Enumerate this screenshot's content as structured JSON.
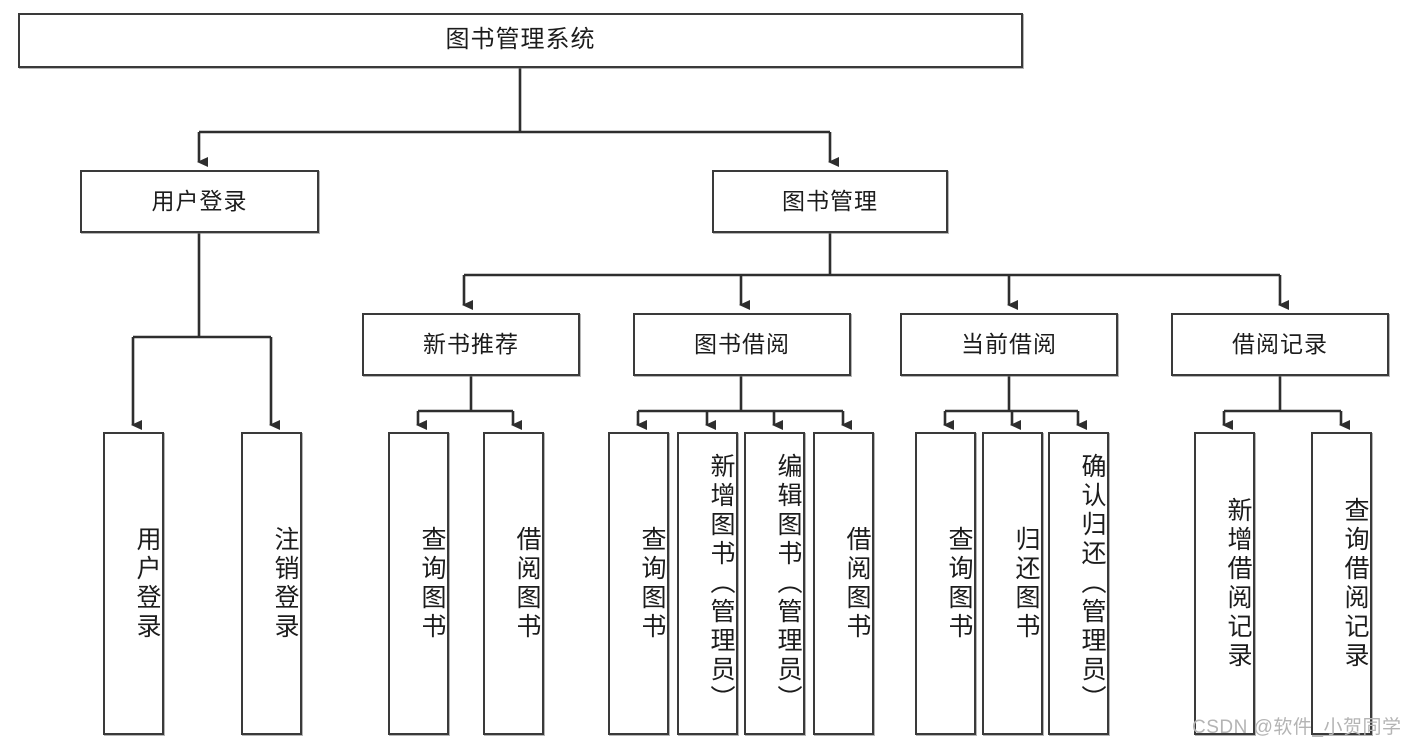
{
  "diagram": {
    "title_node": {
      "label": "图书管理系统"
    },
    "level2": [
      {
        "key": "user-login",
        "label": "用户登录"
      },
      {
        "key": "book-management",
        "label": "图书管理"
      }
    ],
    "level3": [
      {
        "key": "new-book-recommend",
        "label": "新书推荐"
      },
      {
        "key": "book-borrow",
        "label": "图书借阅"
      },
      {
        "key": "current-borrow",
        "label": "当前借阅"
      },
      {
        "key": "borrow-record",
        "label": "借阅记录"
      }
    ],
    "leaves": {
      "user_login": [
        {
          "key": "user-login-leaf",
          "label": "用户登录"
        },
        {
          "key": "logout-leaf",
          "label": "注销登录"
        }
      ],
      "new_book_recommend": [
        {
          "key": "query-book-1",
          "label": "查询图书"
        },
        {
          "key": "borrow-book-1",
          "label": "借阅图书"
        }
      ],
      "book_borrow": [
        {
          "key": "query-book-2",
          "label": "查询图书"
        },
        {
          "key": "add-book-admin",
          "label": "新增图书（管理员）"
        },
        {
          "key": "edit-book-admin",
          "label": "编辑图书（管理员）"
        },
        {
          "key": "borrow-book-2",
          "label": "借阅图书"
        }
      ],
      "current_borrow": [
        {
          "key": "query-book-3",
          "label": "查询图书"
        },
        {
          "key": "return-book",
          "label": "归还图书"
        },
        {
          "key": "confirm-return-admin",
          "label": "确认归还（管理员）"
        }
      ],
      "borrow_record": [
        {
          "key": "add-borrow-record",
          "label": "新增借阅记录"
        },
        {
          "key": "query-borrow-record",
          "label": "查询借阅记录"
        }
      ]
    },
    "watermark": "CSDN @软件_小贺同学",
    "colors": {
      "stroke": "#3a3a3a",
      "text": "#1c1c1c",
      "background": "#ffffff",
      "watermark": "#b4b4b4"
    }
  }
}
